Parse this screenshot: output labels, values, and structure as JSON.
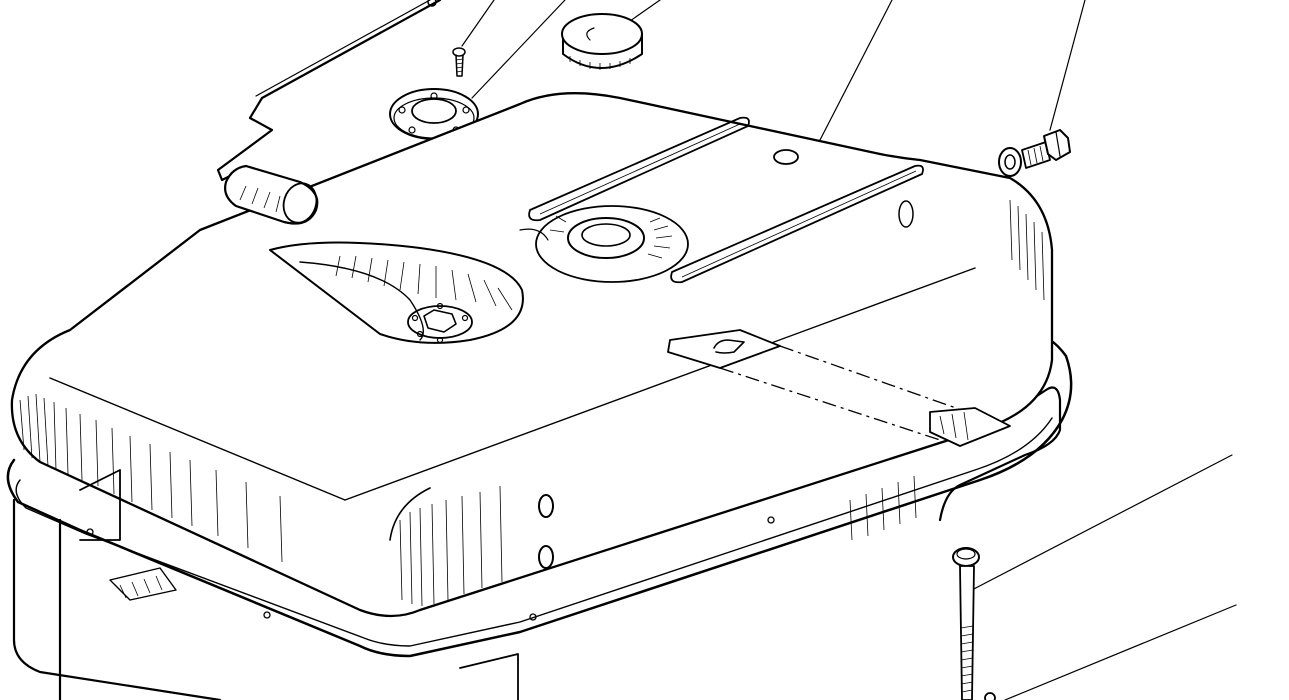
{
  "figure": {
    "type": "exploded-parts-diagram",
    "subject": "fuel-tank-assembly",
    "ink_color": "#000000",
    "background_color": "#ffffff",
    "parts": [
      {
        "id": "cover-plate"
      },
      {
        "id": "screw"
      },
      {
        "id": "sender-gasket-ring"
      },
      {
        "id": "filler-cap"
      },
      {
        "id": "fuel-tank"
      },
      {
        "id": "bolt-and-washer"
      },
      {
        "id": "rubber-grommet"
      },
      {
        "id": "tank-strap"
      },
      {
        "id": "carriage-bolt"
      }
    ],
    "labels": []
  }
}
